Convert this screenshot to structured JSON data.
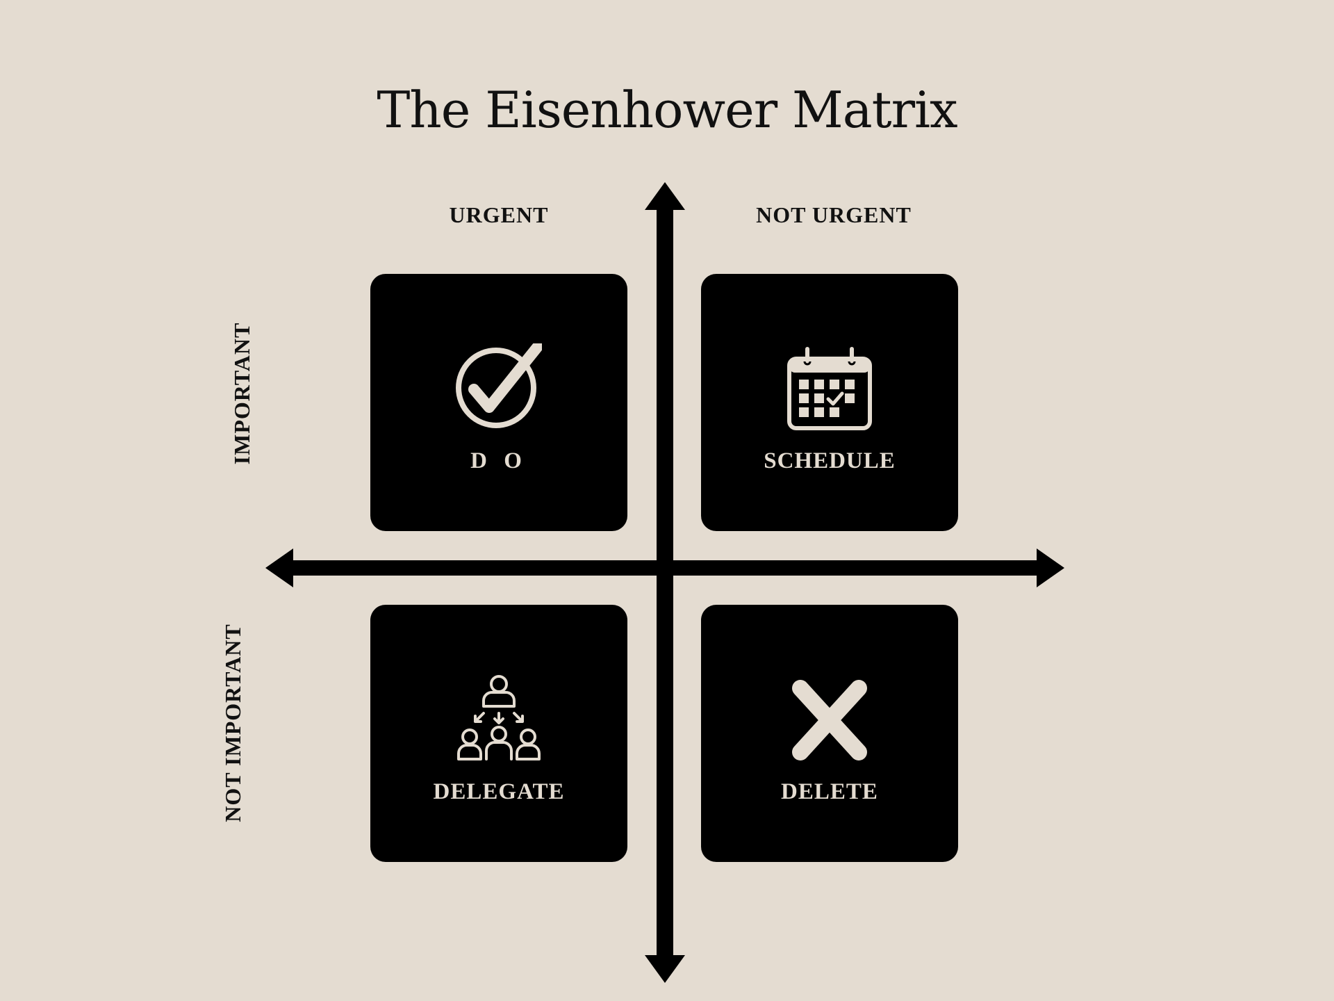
{
  "title": "The Eisenhower Matrix",
  "axes": {
    "columns": [
      "URGENT",
      "NOT URGENT"
    ],
    "rows": [
      "IMPORTANT",
      "NOT IMPORTANT"
    ]
  },
  "quadrants": [
    {
      "label": "D O",
      "icon": "check-circle-icon"
    },
    {
      "label": "SCHEDULE",
      "icon": "calendar-icon"
    },
    {
      "label": "DELEGATE",
      "icon": "team-hierarchy-icon"
    },
    {
      "label": "DELETE",
      "icon": "x-icon"
    }
  ],
  "colors": {
    "background": "#e4dcd1",
    "tile": "#000000",
    "tile_text": "#e4dcd1",
    "ink": "#111111"
  }
}
